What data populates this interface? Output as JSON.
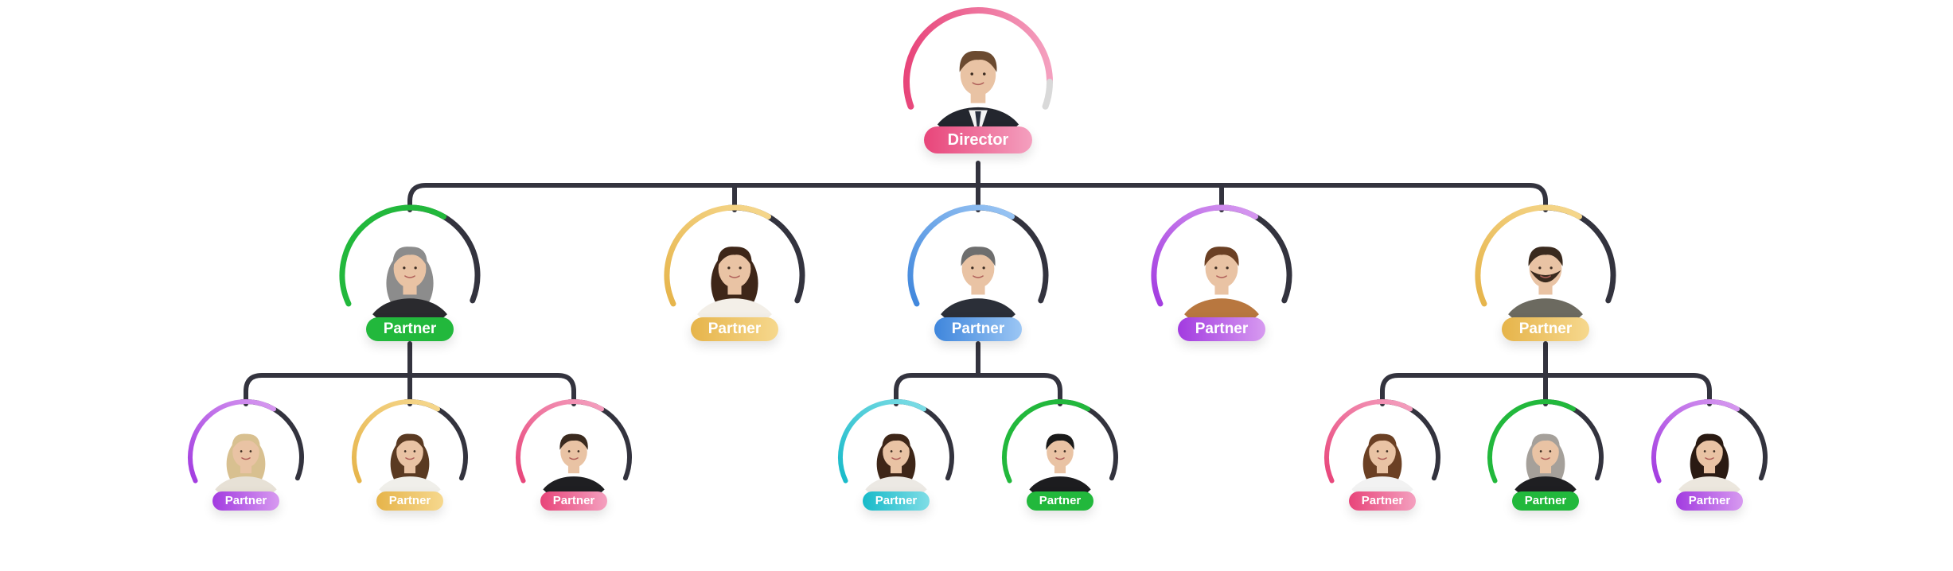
{
  "org_chart": {
    "root": {
      "role": "Director",
      "color": "#e8457a",
      "color_light": "#f4a0bf",
      "avatar": "man-suit-avatar",
      "children": [
        {
          "role": "Partner",
          "color": "#22b83c",
          "color_light": "#22b83c",
          "avatar": "older-woman-avatar",
          "children": [
            {
              "role": "Partner",
              "color": "#a23be0",
              "color_light": "#d79af0",
              "avatar": "blonde-woman-avatar"
            },
            {
              "role": "Partner",
              "color": "#e6b44a",
              "color_light": "#f6d88e",
              "avatar": "curly-woman-avatar"
            },
            {
              "role": "Partner",
              "color": "#e8457a",
              "color_light": "#f4a0bf",
              "avatar": "young-man-avatar"
            }
          ]
        },
        {
          "role": "Partner",
          "color": "#e6b44a",
          "color_light": "#f6d88e",
          "avatar": "brunette-woman-avatar",
          "children": []
        },
        {
          "role": "Partner",
          "color": "#3f86dc",
          "color_light": "#9bc6f4",
          "avatar": "smiling-man-avatar",
          "children": [
            {
              "role": "Partner",
              "color": "#17bac9",
              "color_light": "#7fdde6",
              "avatar": "long-hair-woman-avatar"
            },
            {
              "role": "Partner",
              "color": "#22b83c",
              "color_light": "#22b83c",
              "avatar": "asian-man-avatar"
            }
          ]
        },
        {
          "role": "Partner",
          "color": "#a23be0",
          "color_light": "#d79af0",
          "avatar": "casual-man-avatar",
          "children": []
        },
        {
          "role": "Partner",
          "color": "#e6b44a",
          "color_light": "#f6d88e",
          "avatar": "bearded-man-avatar",
          "children": [
            {
              "role": "Partner",
              "color": "#e8457a",
              "color_light": "#f4a0bf",
              "avatar": "wavy-hair-woman-avatar"
            },
            {
              "role": "Partner",
              "color": "#22b83c",
              "color_light": "#22b83c",
              "avatar": "gray-hair-woman-avatar"
            },
            {
              "role": "Partner",
              "color": "#a23be0",
              "color_light": "#d79af0",
              "avatar": "dark-curly-woman-avatar"
            }
          ]
        }
      ]
    },
    "colors": {
      "connector": "#33333e",
      "ring_dark": "#33333e",
      "ring_gray": "#d9d9d9"
    }
  }
}
